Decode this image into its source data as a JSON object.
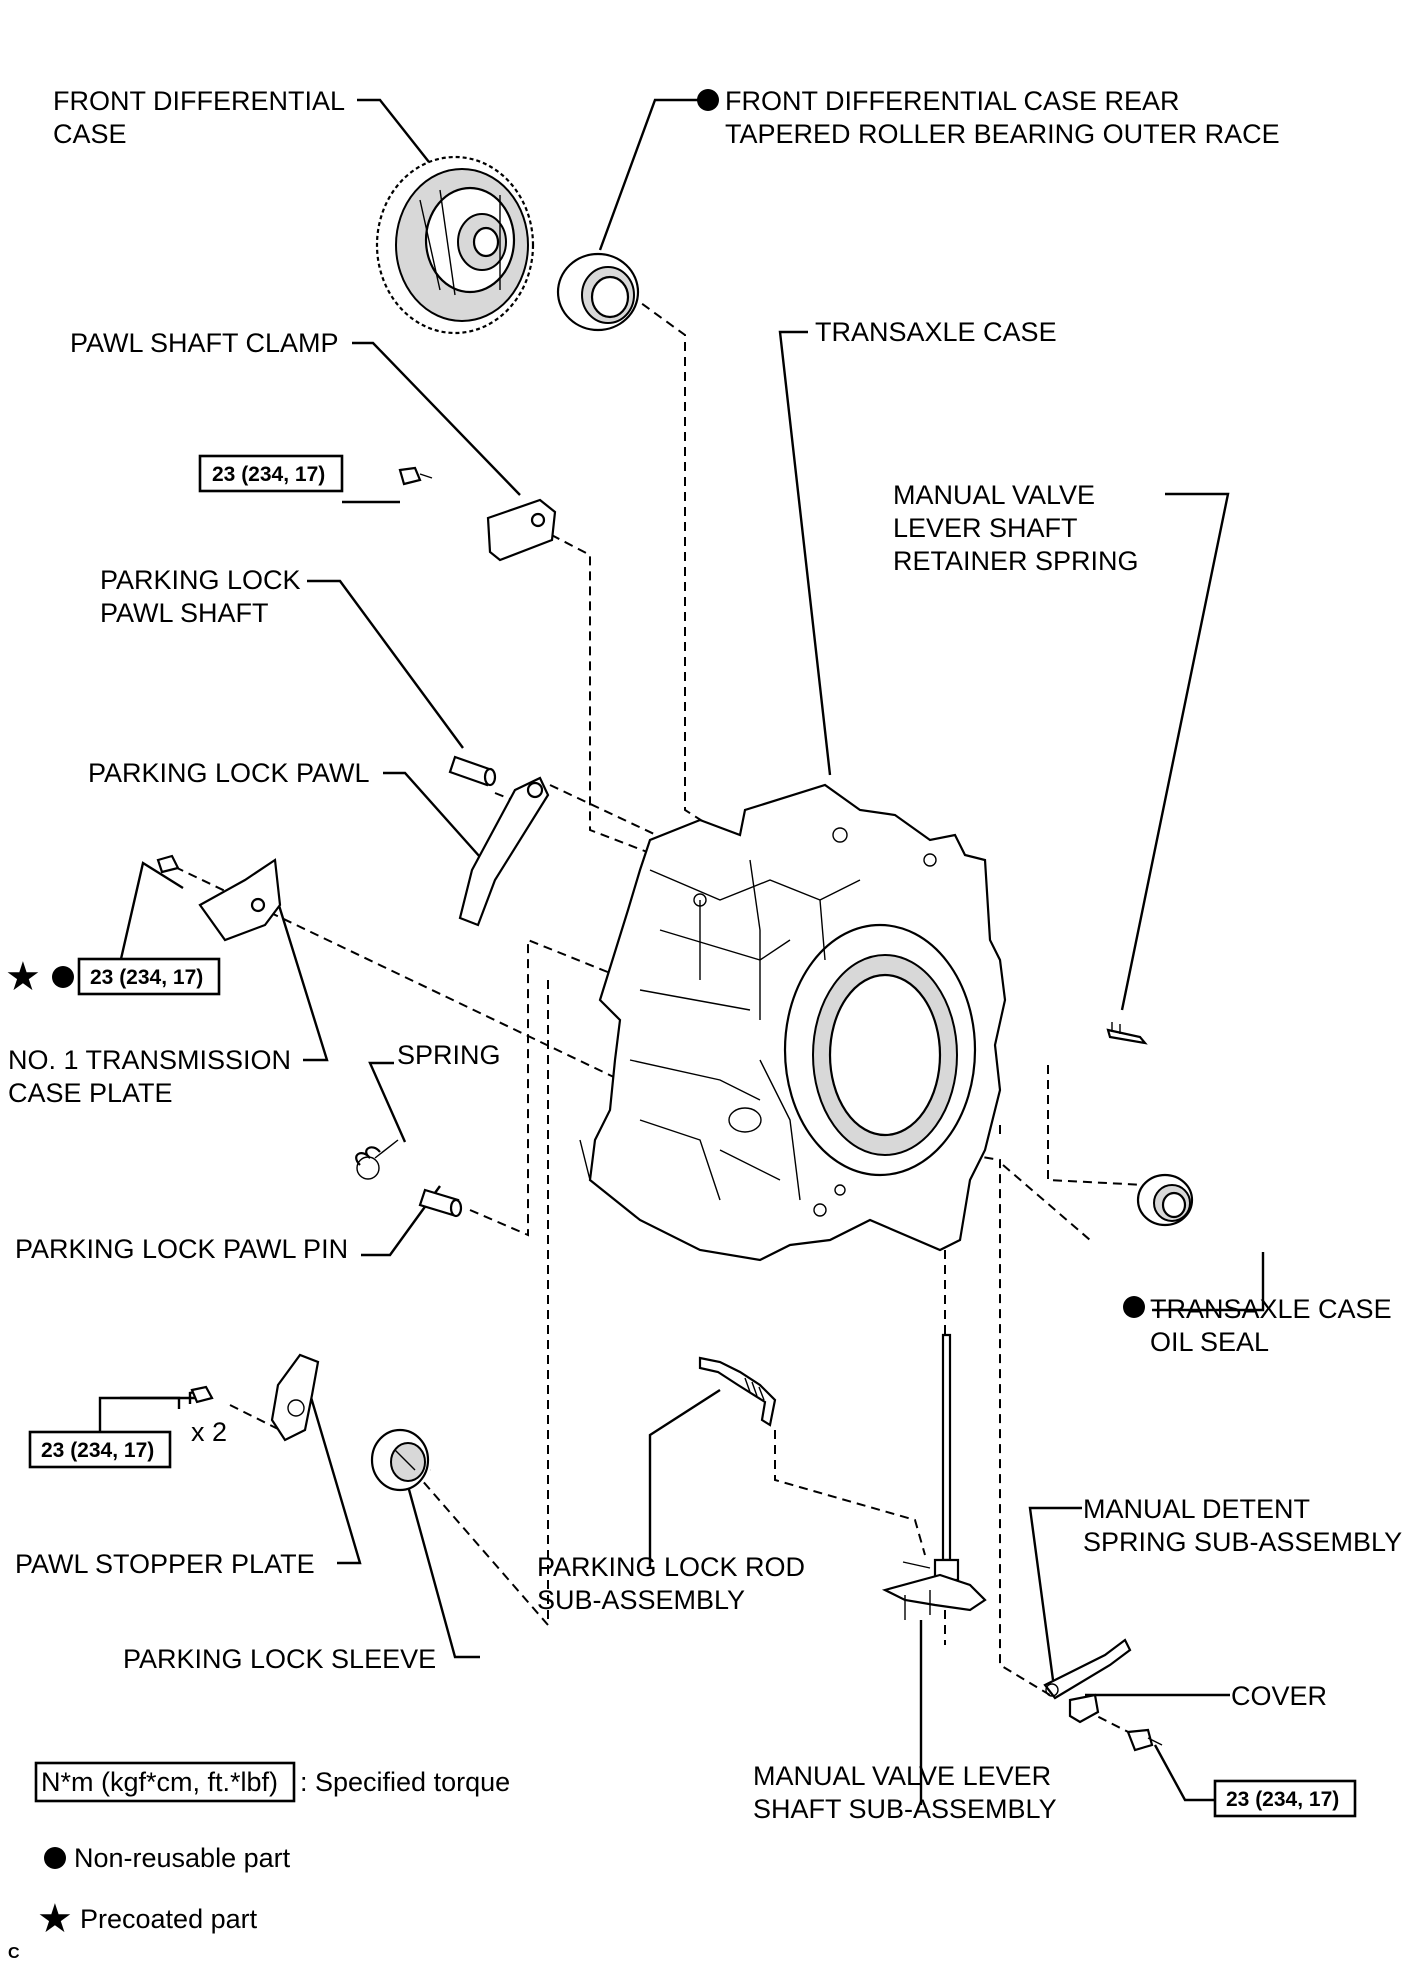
{
  "labels": {
    "front_differential_case": [
      "FRONT DIFFERENTIAL",
      "CASE"
    ],
    "bearing_outer_race": [
      "FRONT DIFFERENTIAL CASE REAR",
      "TAPERED ROLLER BEARING OUTER RACE"
    ],
    "transaxle_case": "TRANSAXLE CASE",
    "pawl_shaft_clamp": "PAWL SHAFT CLAMP",
    "retainer_spring": [
      "MANUAL VALVE",
      "LEVER SHAFT",
      "RETAINER SPRING"
    ],
    "parking_lock_pawl_shaft": [
      "PARKING LOCK",
      "PAWL SHAFT"
    ],
    "parking_lock_pawl": "PARKING LOCK PAWL",
    "no1_case_plate": [
      "NO. 1 TRANSMISSION",
      "CASE PLATE"
    ],
    "spring": "SPRING",
    "parking_lock_pawl_pin": "PARKING LOCK PAWL PIN",
    "transaxle_case_oil_seal": [
      "TRANSAXLE CASE",
      "OIL SEAL"
    ],
    "pawl_stopper_plate": "PAWL STOPPER PLATE",
    "parking_lock_rod": [
      "PARKING LOCK ROD",
      "SUB-ASSEMBLY"
    ],
    "manual_detent_spring": [
      "MANUAL DETENT",
      "SPRING SUB-ASSEMBLY"
    ],
    "parking_lock_sleeve": "PARKING LOCK SLEEVE",
    "cover": "COVER",
    "manual_valve_lever_shaft": [
      "MANUAL VALVE LEVER",
      "SHAFT SUB-ASSEMBLY"
    ]
  },
  "torque": {
    "clamp_bolt": "23 (234, 17)",
    "case_plate_bolt": "23 (234, 17)",
    "stopper_plate_bolt": "23 (234, 17)",
    "cover_bolt": "23 (234, 17)"
  },
  "multiplier": "x 2",
  "legend": {
    "torque_box": "N*m (kgf*cm, ft.*lbf)",
    "torque_text": ": Specified torque",
    "non_reusable": "Non-reusable part",
    "precoated": "Precoated part"
  },
  "corner_mark": "C"
}
